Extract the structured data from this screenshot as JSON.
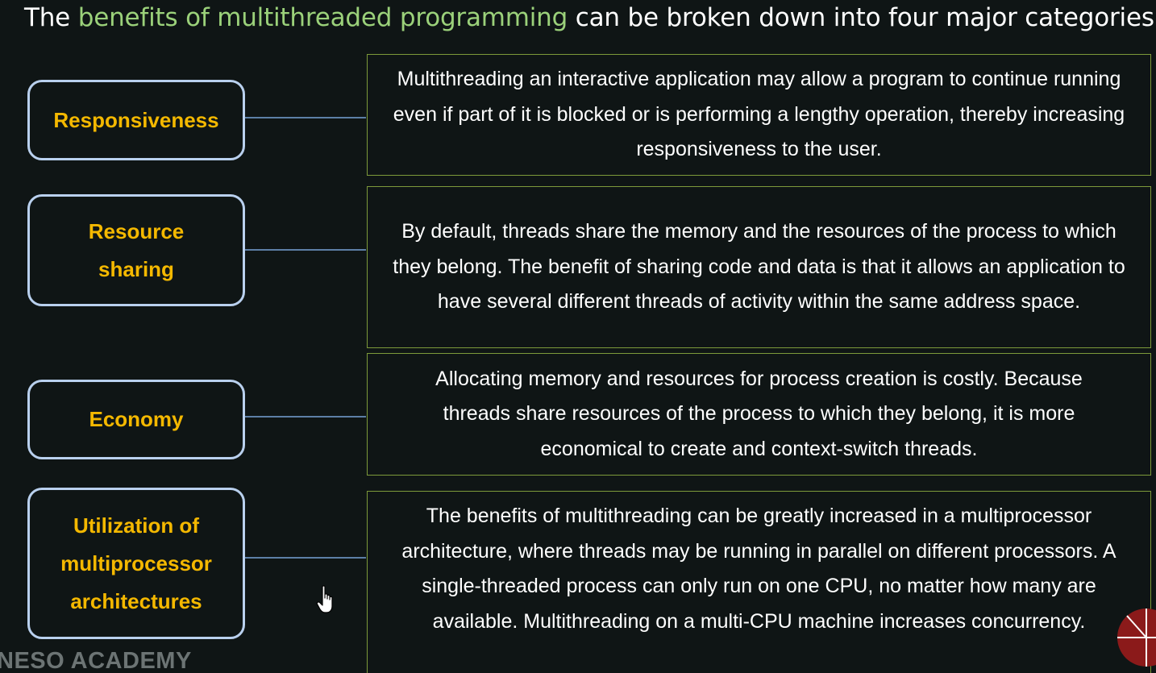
{
  "title": {
    "prefix": "The ",
    "highlight": "benefits of multithreaded programming",
    "suffix": " can be broken down into four major categories:"
  },
  "categories": [
    {
      "label": "Responsiveness",
      "description": "Multithreading an interactive application may allow a program to continue running even if part of it is blocked or is performing a lengthy operation, thereby increasing responsiveness to the user."
    },
    {
      "label": "Resource sharing",
      "description": "By default, threads share the memory and the resources of the process to which they belong. The benefit of sharing code and data is that it allows an application to have several different threads of activity within the same address space."
    },
    {
      "label": "Economy",
      "description": "Allocating memory and resources for process creation is costly. Because threads share resources of the process to which they belong, it is more economical to create and context-switch threads."
    },
    {
      "label": "Utilization of multiprocessor architectures",
      "description": "The benefits of multithreading can be greatly increased in a multiprocessor architecture, where threads may be running in parallel on different processors. A single-threaded process can only run on one CPU, no matter how many are available. Multithreading on a multi-CPU machine increases concurrency."
    }
  ],
  "watermark": "NESO ACADEMY",
  "colors": {
    "background": "#0f1515",
    "title_text": "#ffffff",
    "title_highlight": "#9bd17a",
    "category_text": "#f4b800",
    "category_border": "#b9d0ee",
    "description_border": "#7d9a3a",
    "connector": "#5d7fa6",
    "logo_accent": "#8b1a1a"
  },
  "icons": {
    "cursor": "hand-pointer-icon",
    "logo": "neso-logo-icon"
  }
}
